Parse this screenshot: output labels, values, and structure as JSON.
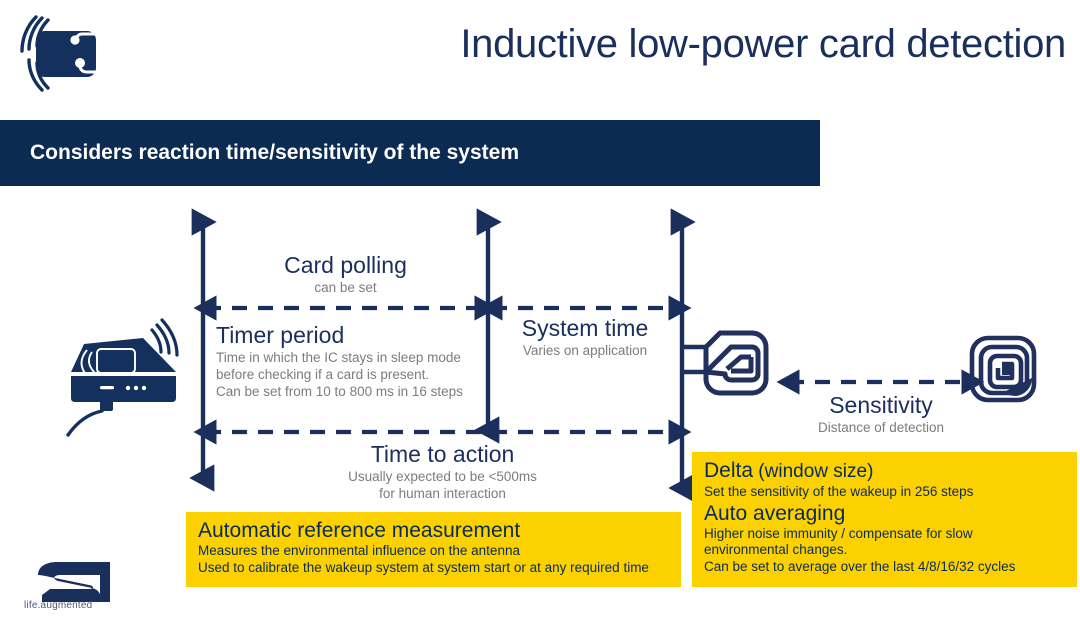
{
  "colors": {
    "navy": "#1b2f5c",
    "banner_navy": "#0b2b52",
    "yellow": "#FBD100",
    "grey_text": "#7c7c7c",
    "white": "#ffffff"
  },
  "header": {
    "title": "Inductive low-power card detection",
    "icon": "nfc-tag-icon"
  },
  "banner": {
    "text": "Considers reaction time/sensitivity of the system"
  },
  "diagram": {
    "device_icon": "card-reader-device-icon",
    "antenna_icon": "nfc-antenna-icon",
    "tag_icon": "nfc-tag-spiral-icon",
    "measures": [
      {
        "id": "card-polling",
        "title": "Card polling",
        "subtitle": "can be set"
      },
      {
        "id": "timer-period",
        "title": "Timer period",
        "lines": [
          "Time in which the IC stays in sleep mode",
          "before checking if a card is present.",
          "Can be set from 10 to 800 ms in 16 steps"
        ]
      },
      {
        "id": "system-time",
        "title": "System time",
        "subtitle": "Varies on application"
      },
      {
        "id": "time-to-action",
        "title": "Time to action",
        "lines": [
          "Usually expected to be <500ms",
          "for human interaction"
        ]
      },
      {
        "id": "sensitivity",
        "title": "Sensitivity",
        "subtitle": "Distance of detection"
      }
    ]
  },
  "callouts": {
    "left": {
      "title": "Automatic reference measurement",
      "lines": [
        "Measures the environmental influence on the antenna",
        "Used to calibrate the wakeup system at system start or at any required time"
      ]
    },
    "right": {
      "title_1_strong": "Delta",
      "title_1_thin": " (window size)",
      "line_1": "Set the sensitivity of the wakeup in 256 steps",
      "title_2": "Auto averaging",
      "lines_2": [
        "Higher noise immunity / compensate for slow",
        "environmental changes.",
        "Can be set to average over the last 4/8/16/32 cycles"
      ]
    }
  },
  "footer": {
    "logo": "st-logo",
    "tagline": "life.augmented"
  }
}
